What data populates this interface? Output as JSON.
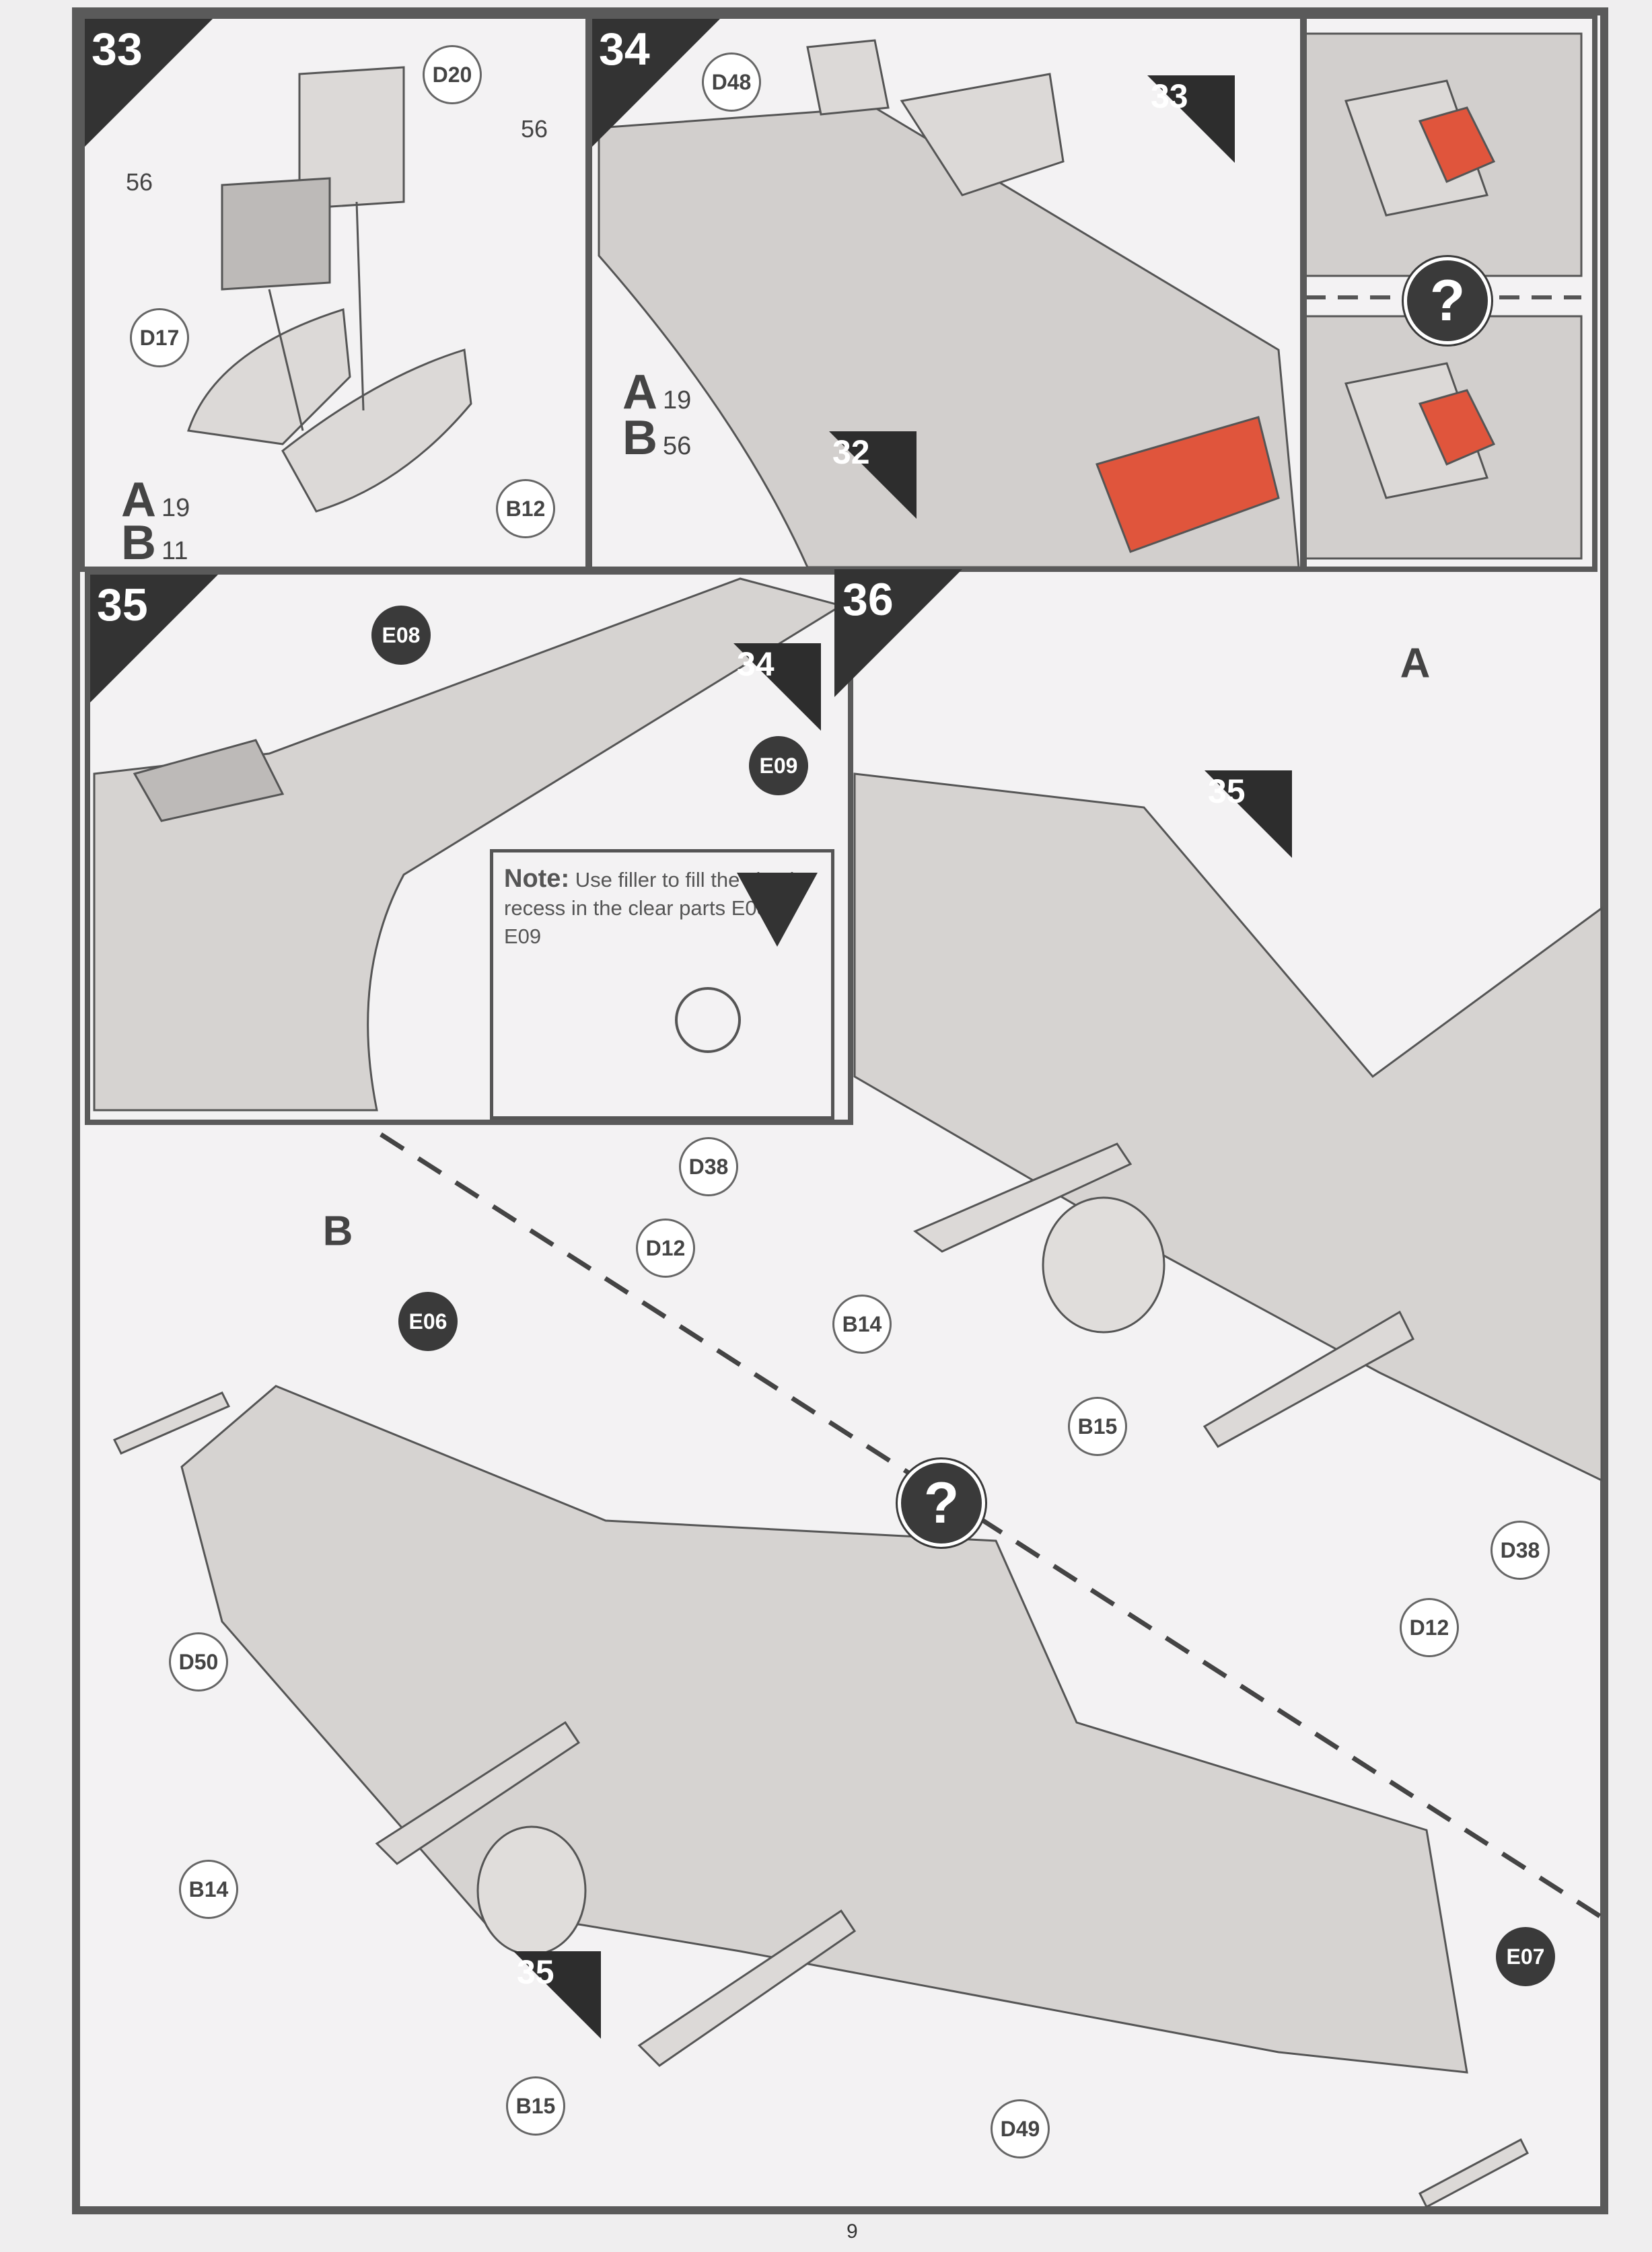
{
  "page_number": "9",
  "steps": {
    "s33": {
      "number": "33",
      "callouts": [
        "D20",
        "56",
        "56",
        "D17",
        "B12"
      ],
      "paint": [
        {
          "letter": "A",
          "code": "19"
        },
        {
          "letter": "B",
          "code": "11"
        }
      ]
    },
    "s34": {
      "number": "34",
      "callouts": [
        "D48"
      ],
      "refs": [
        "33",
        "32"
      ],
      "paint": [
        {
          "letter": "A",
          "code": "19"
        },
        {
          "letter": "B",
          "code": "56"
        }
      ],
      "option_icon": "?"
    },
    "s35": {
      "number": "35",
      "callouts": [
        "E08",
        "E09"
      ],
      "refs": [
        "34"
      ],
      "note": {
        "title": "Note:",
        "text": "Use filler to fill the circular recess in the clear parts E08 & E09"
      }
    },
    "s36": {
      "number": "36",
      "variant_a": "A",
      "variant_b": "B",
      "option_icon": "?",
      "refs": [
        "35",
        "35"
      ],
      "callouts_a": [
        "D38",
        "D12",
        "B14",
        "B15",
        "D12",
        "D38"
      ],
      "callouts_b": [
        "E06",
        "D50",
        "B14",
        "B15",
        "D49",
        "E07"
      ]
    }
  },
  "colors": {
    "frame": "#5a5a5a",
    "aircraft": "#d6d3d1",
    "highlight": "#e0553c"
  }
}
